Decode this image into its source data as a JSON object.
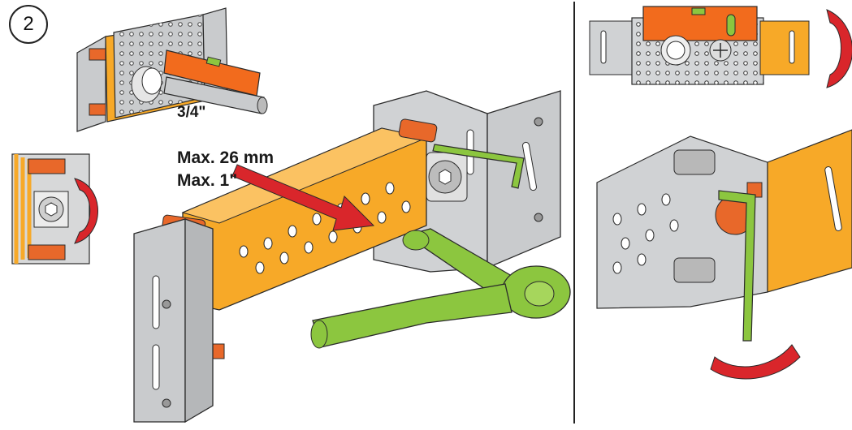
{
  "step": {
    "number": "2"
  },
  "labels": {
    "pipe_size": "3/4\"",
    "max_mm": "Max. 26 mm",
    "max_inch": "Max. 1\""
  },
  "colors": {
    "bracket_orange": "#f7a928",
    "level_orange": "#f26b1d",
    "wrench_green": "#8cc63f",
    "arrow_red": "#d9262b",
    "steel_grey": "#c9cbcd",
    "spring_orange": "#e8682a",
    "outline": "#2b2b2b"
  },
  "icons": {
    "rotate_arrow": "rotate-arrow-icon",
    "direction_arrow": "direction-arrow-icon",
    "level": "spirit-level-icon",
    "wrench": "ratchet-wrench-icon",
    "hex_key": "hex-key-icon"
  }
}
